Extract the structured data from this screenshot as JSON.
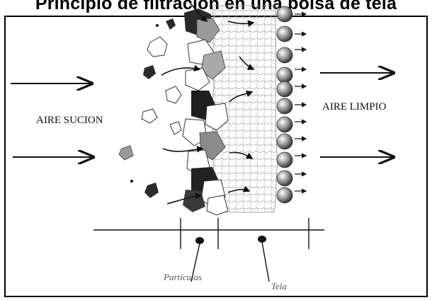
{
  "diagram": {
    "title": "Principio de filtración en una bolsa de tela",
    "labels": {
      "inlet": "AIRE SUCION",
      "outlet": "AIRE LIMPIO",
      "particles": "Partículas",
      "fabric": "Tela"
    },
    "colors": {
      "ink": "#111111",
      "particle_dark": "#2a2a2a",
      "particle_mid": "#8a8a8a",
      "fabric": "#c8c8c8"
    }
  }
}
